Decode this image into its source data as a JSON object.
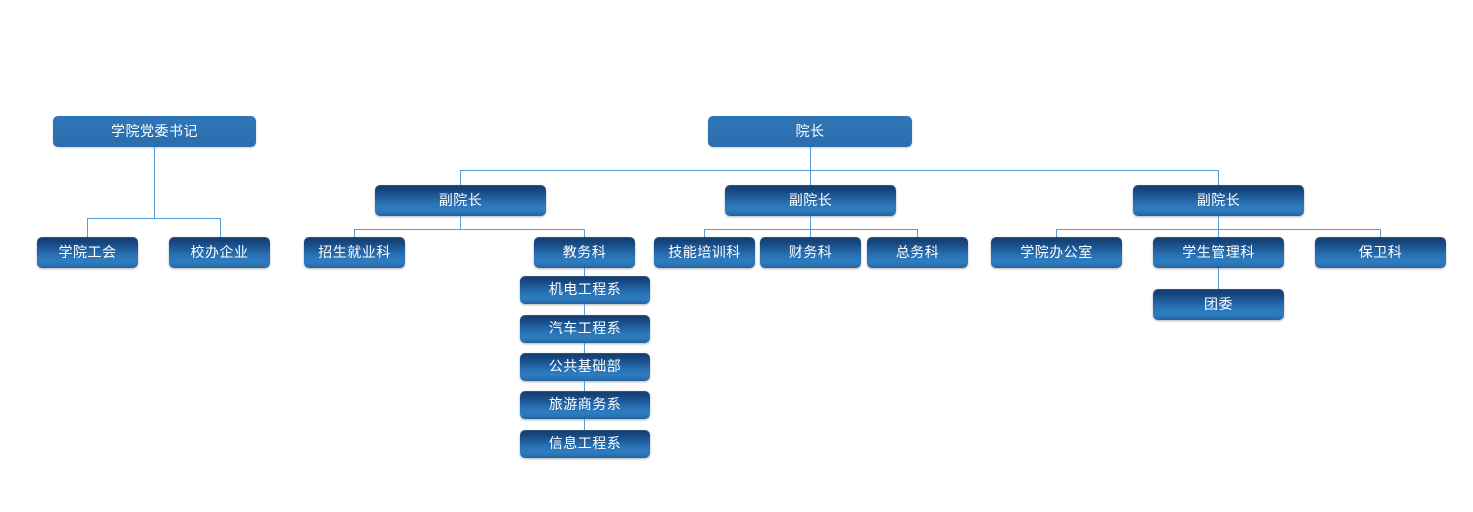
{
  "meta": {
    "title": "学院组织机构图",
    "background_color": "#ffffff",
    "connector_color": "#5b9bd5",
    "node_text_color": "#ffffff",
    "node_gradient_top": "#123c68",
    "node_gradient_bottom": "#215f9c",
    "node_flat_color": "#2d72b3"
  },
  "nodes": {
    "party_secretary": {
      "label": "学院党委书记"
    },
    "college_union": {
      "label": "学院工会"
    },
    "school_enterprise": {
      "label": "校办企业"
    },
    "president": {
      "label": "院长"
    },
    "vice_president_1": {
      "label": "副院长"
    },
    "vice_president_2": {
      "label": "副院长"
    },
    "vice_president_3": {
      "label": "副院长"
    },
    "admissions": {
      "label": "招生就业科"
    },
    "academic_affairs": {
      "label": "教务科"
    },
    "dept_mechatronics": {
      "label": "机电工程系"
    },
    "dept_automotive": {
      "label": "汽车工程系"
    },
    "dept_general": {
      "label": "公共基础部"
    },
    "dept_tourism": {
      "label": "旅游商务系"
    },
    "dept_information": {
      "label": "信息工程系"
    },
    "skills_training": {
      "label": "技能培训科"
    },
    "finance": {
      "label": "财务科"
    },
    "general_affairs": {
      "label": "总务科"
    },
    "college_office": {
      "label": "学院办公室"
    },
    "student_affairs": {
      "label": "学生管理科"
    },
    "youth_league": {
      "label": "团委"
    },
    "security": {
      "label": "保卫科"
    }
  },
  "hierarchy": {
    "party_branch_root": "party_secretary",
    "party_branch_children": [
      "college_union",
      "school_enterprise"
    ],
    "president_root": "president",
    "president_children": [
      "vice_president_1",
      "vice_president_2",
      "vice_president_3"
    ],
    "vice_president_1_children": [
      "admissions",
      "academic_affairs"
    ],
    "academic_affairs_children": [
      "dept_mechatronics",
      "dept_automotive",
      "dept_general",
      "dept_tourism",
      "dept_information"
    ],
    "vice_president_2_children": [
      "skills_training",
      "finance",
      "general_affairs"
    ],
    "vice_president_3_children": [
      "college_office",
      "student_affairs",
      "security"
    ],
    "student_affairs_children": [
      "youth_league"
    ]
  }
}
